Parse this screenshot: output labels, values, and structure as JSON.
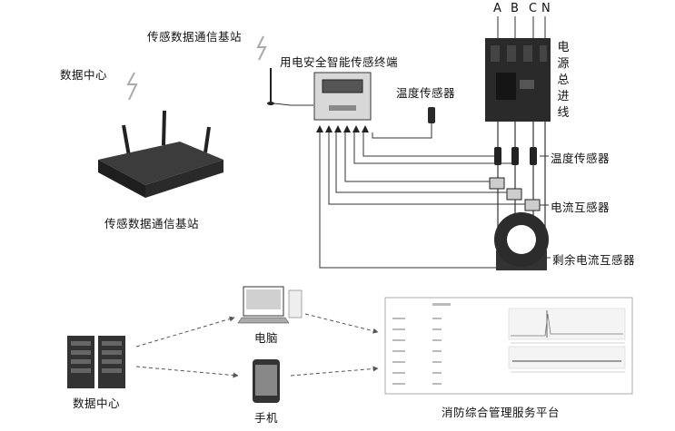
{
  "labels": {
    "base_station_top": "传感数据通信基站",
    "data_center_top": "数据中心",
    "terminal": "用电安全智能传感终端",
    "temp_sensor_1": "温度传感器",
    "power_inlet": "电源总进线",
    "temp_sensor_2": "温度传感器",
    "current_transformer": "电流互感器",
    "residual_ct": "剩余电流互感器",
    "base_station_bottom": "传感数据通信基站",
    "computer": "电脑",
    "data_center_bottom": "数据中心",
    "phone": "手机",
    "platform": "消防综合管理服务平台"
  },
  "phases": [
    "A",
    "B",
    "C",
    "N"
  ],
  "colors": {
    "line": "#333333",
    "device_dark": "#2a2a2a",
    "terminal_body": "#d8d8d8"
  }
}
